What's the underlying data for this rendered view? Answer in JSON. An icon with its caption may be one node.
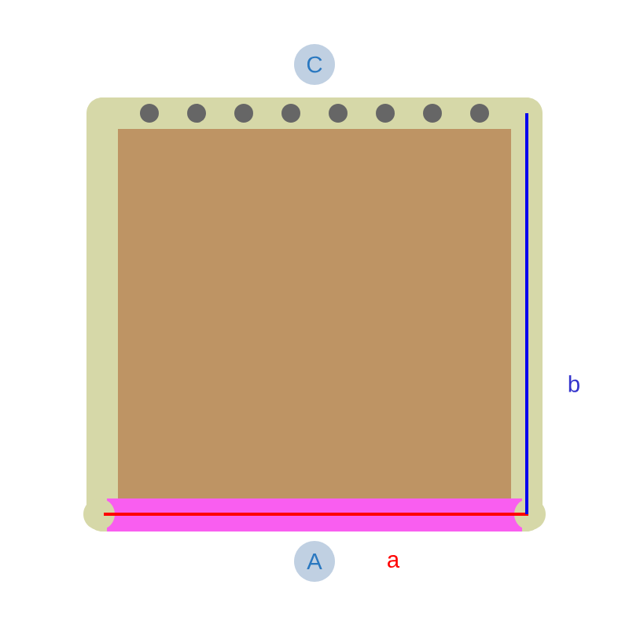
{
  "diagram": {
    "nodes": [
      {
        "text": [
          "C"
        ]
      },
      {
        "text": [
          "A"
        ]
      }
    ],
    "labels": [
      "a",
      "b"
    ]
  }
}
